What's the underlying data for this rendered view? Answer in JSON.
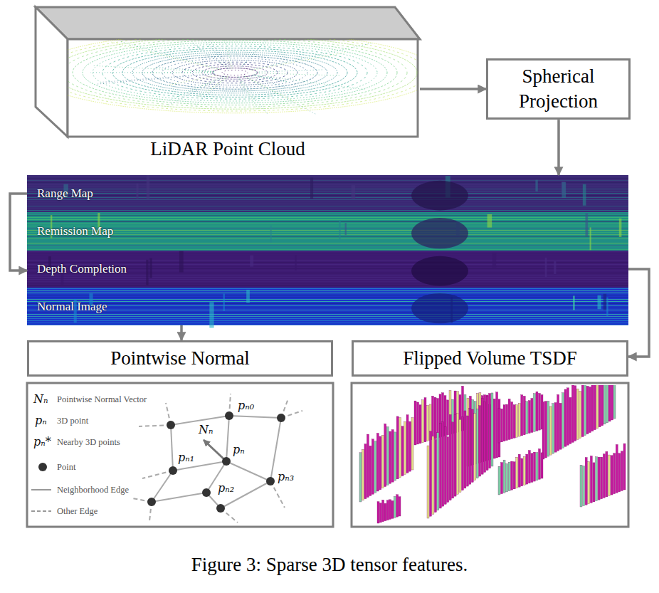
{
  "diagram": {
    "caption": "Figure 3: Sparse 3D tensor features.",
    "nodes": [
      {
        "text": [
          "LiDAR Point Cloud"
        ]
      },
      {
        "text": [
          "Spherical Projection"
        ]
      },
      {
        "text": [
          "Range Map"
        ]
      },
      {
        "text": [
          "Remission Map"
        ]
      },
      {
        "text": [
          "Depth Completion"
        ]
      },
      {
        "text": [
          "Normal Image"
        ]
      },
      {
        "text": [
          "Pointwise Normal"
        ]
      },
      {
        "text": [
          "Flipped Volume TSDF"
        ]
      }
    ],
    "edges": [
      {
        "from": 0,
        "to": 1,
        "arrow": "to"
      },
      {
        "from": 1,
        "to": 2,
        "arrow": "to"
      },
      {
        "from": 2,
        "to": 4,
        "arrow": "to"
      },
      {
        "from": 4,
        "to": 7,
        "arrow": "to"
      },
      {
        "from": 5,
        "to": 6,
        "arrow": "to"
      }
    ],
    "labels": [
      "Nₙ",
      "pₙ",
      "pₙ*",
      "pₙ₀",
      "Nₙ",
      "pₙ₁",
      "pₙ",
      "pₙ₂",
      "pₙ₃"
    ],
    "legend": [
      {
        "text": "Pointwise Normal Vector"
      },
      {
        "text": "3D point"
      },
      {
        "text": "Nearby 3D points"
      },
      {
        "text": "Point"
      },
      {
        "text": "Neighborhood Edge"
      },
      {
        "text": "Other Edge"
      }
    ]
  }
}
